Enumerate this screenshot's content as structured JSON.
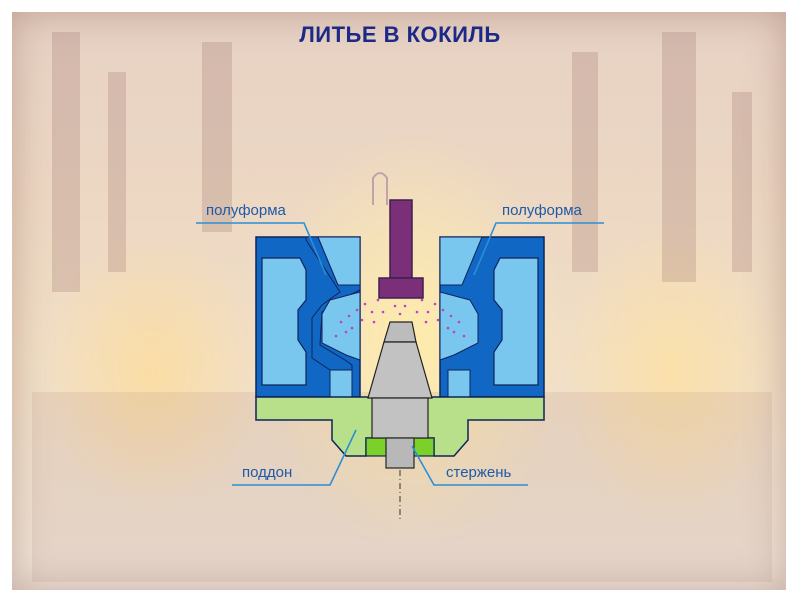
{
  "title": "ЛИТЬЕ В КОКИЛЬ",
  "labels": {
    "left_mold_half": "полуформа",
    "right_mold_half": "полуформа",
    "tray": "поддон",
    "core_rod": "стержень"
  },
  "colors": {
    "title": "#1b2a86",
    "label_text": "#1e5aa8",
    "leader_line": "#2a8fd6",
    "mold_outer": "#1167c4",
    "mold_inner": "#79c6ee",
    "tray": "#b8e08a",
    "core_support": "#7bd12a",
    "core": "#bcbcbc",
    "ladle_nozzle": "#7a2f78",
    "spray": "#c040c0"
  }
}
